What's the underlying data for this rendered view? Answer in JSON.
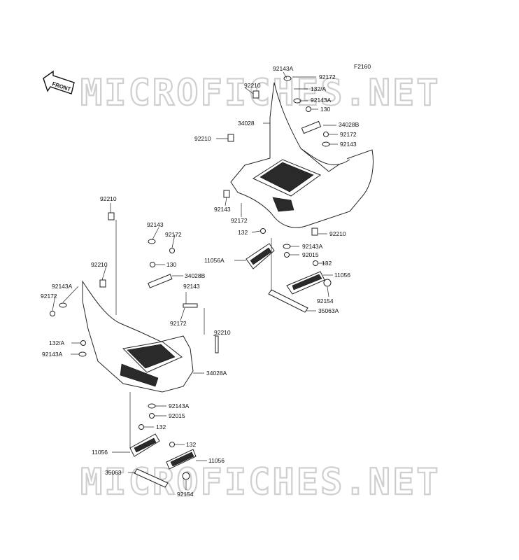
{
  "figure_code": "F2160",
  "front_arrow_text": "FRONT",
  "watermark_text": "MICROFICHES.NET",
  "labels": {
    "u_92143A_top": "92143A",
    "u_92172_top": "92172",
    "u_92210_top": "92210",
    "u_132A": "132/A",
    "u_92143A_2": "92143A",
    "u_130": "130",
    "u_34028": "34028",
    "u_34028B": "34028B",
    "u_92172_mid": "92172",
    "u_92210_mid": "92210",
    "u_92143_mid": "92143",
    "u_92143_low": "92143",
    "u_92172_low": "92172",
    "u_132": "132",
    "u_92210_right": "92210",
    "u_92143A_right": "92143A",
    "u_92015": "92015",
    "u_11056A": "11056A",
    "u_132_step": "132",
    "u_11056": "11056",
    "u_92154": "92154",
    "u_35063A": "35063A",
    "l_92210_top": "92210",
    "l_92143": "92143",
    "l_92172": "92172",
    "l_92210_mid": "92210",
    "l_130": "130",
    "l_34028B": "34028B",
    "l_92143A_left": "92143A",
    "l_92143_right": "92143",
    "l_92172_left": "92172",
    "l_92172_low": "92172",
    "l_92210_right": "92210",
    "l_132A": "132/A",
    "l_92143A_low": "92143A",
    "l_34028A": "34028A",
    "l_92143A_bottom": "92143A",
    "l_92015": "92015",
    "l_132_a": "132",
    "l_11056_a": "11056",
    "l_132_b": "132",
    "l_11056_b": "11056",
    "l_35063": "35063",
    "l_92154": "92154"
  }
}
